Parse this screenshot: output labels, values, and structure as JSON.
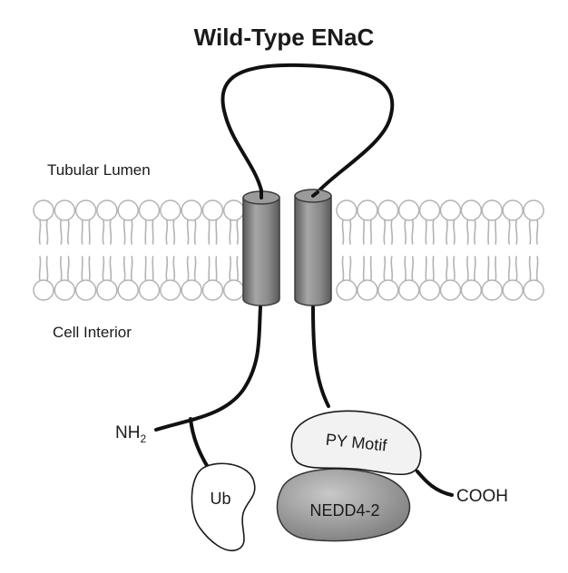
{
  "title": "Wild-Type ENaC",
  "regions": {
    "outside": "Tubular Lumen",
    "inside": "Cell Interior"
  },
  "termini": {
    "n_terminus_base": "NH",
    "n_terminus_sub": "2",
    "c_terminus": "COOH"
  },
  "domains": {
    "ubiquitin": "Ub",
    "py_motif": "PY Motif",
    "ligase": "NEDD4-2"
  },
  "colors": {
    "membrane": "#b3b3b3",
    "helix": "#808080",
    "ligase": "#8c8c8c",
    "chain": "#111111"
  }
}
